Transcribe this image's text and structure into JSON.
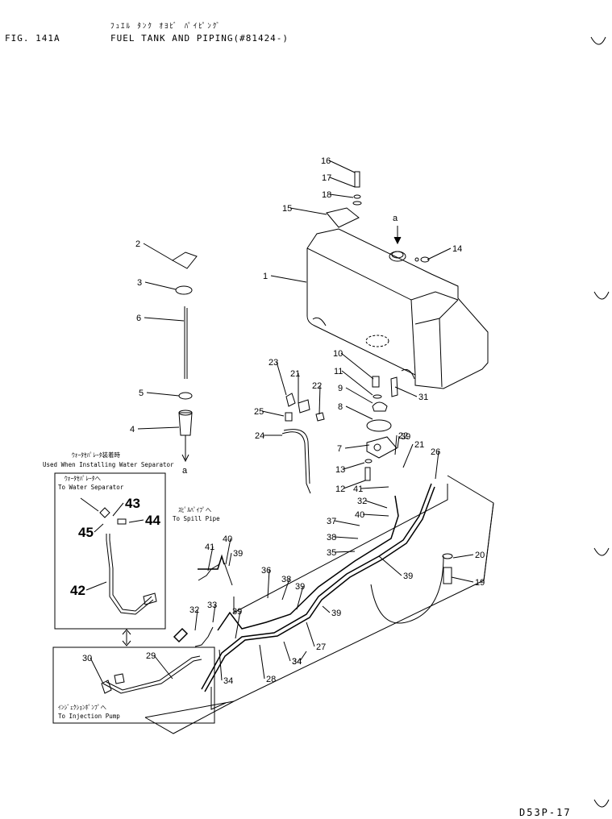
{
  "header": {
    "fig_label": "FIG. 141A",
    "jp_title": "ﾌｭｴﾙ ﾀﾝｸ ｵﾖﾋﾞ ﾊﾟｲﾋﾟﾝｸﾞ",
    "en_title": "FUEL TANK AND PIPING(#81424-)"
  },
  "footer": {
    "page_code": "D53P-17"
  },
  "notes": {
    "water_sep_jp": "ｳｫｰﾀｾﾊﾟﾚｰﾀ装着時",
    "water_sep_en": "Used When Installing Water Separator",
    "to_water_sep_jp": "ｳｫｰﾀｾﾊﾟﾚｰﾀへ",
    "to_water_sep_en": "To Water Separator",
    "to_spill_jp": "ｽﾋﾟﾙﾊﾟｲﾌﾟへ",
    "to_spill_en": "To Spill Pipe",
    "to_inj_jp": "ｲﾝｼﾞｪｸｼｮﾝﾎﾟﾝﾌﾟへ",
    "to_inj_en": "To Injection Pump",
    "view_a1": "a",
    "view_a2": "a"
  },
  "callouts": [
    "1",
    "2",
    "3",
    "4",
    "5",
    "6",
    "7",
    "8",
    "9",
    "10",
    "11",
    "12",
    "13",
    "14",
    "15",
    "16",
    "17",
    "18",
    "19",
    "20",
    "21",
    "21",
    "22",
    "22",
    "23",
    "24",
    "25",
    "26",
    "27",
    "28",
    "29",
    "30",
    "31",
    "32",
    "32",
    "33",
    "34",
    "34",
    "34",
    "35",
    "36",
    "37",
    "38",
    "38",
    "39",
    "39",
    "39",
    "39",
    "39",
    "39",
    "40",
    "40",
    "41",
    "41",
    "42",
    "43",
    "44",
    "45"
  ]
}
